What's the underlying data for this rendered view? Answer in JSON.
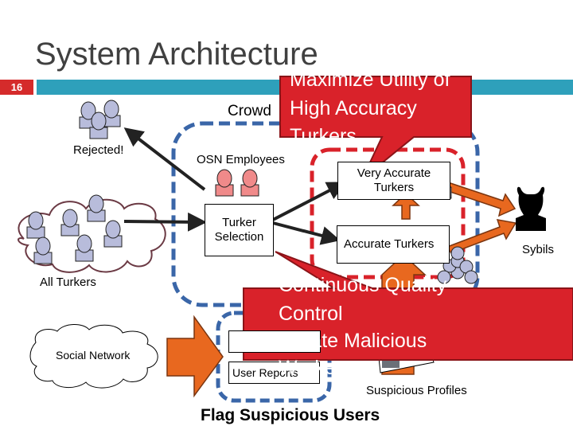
{
  "slide": {
    "title": "System Architecture",
    "number": "16"
  },
  "diagram": {
    "crowd_label": "Crowd",
    "rejected_label": "Rejected!",
    "all_turkers_label": "All Turkers",
    "osn_employees_label": "OSN Employees",
    "turker_selection": [
      "Turker",
      "Selection"
    ],
    "very_accurate": [
      "Very Accurate",
      "Turkers"
    ],
    "accurate_turkers": "Accurate Turkers",
    "sybils_label": "Sybils",
    "social_network_label": "Social Network",
    "user_reports_label": "User Reports",
    "suspicious_profiles_label": "Suspicious Profiles",
    "flag_label": "Flag Suspicious Users"
  },
  "callouts": {
    "top": [
      "Maximize Utility of",
      "High Accuracy",
      "Turkers"
    ],
    "bottom": {
      "lines": [
        "Continuous Quality",
        "Control",
        "Locate Malicious",
        "Workers"
      ],
      "bullet": "•"
    }
  },
  "colors": {
    "accent_bar": "#2ea0bb",
    "slide_number_bg": "#d52b2b",
    "callout_red": "#d9222a",
    "callout_border": "#8a1418",
    "crowd_dash": "#3a66a8",
    "accuracy_dash": "#d9222a",
    "orange_arrow": "#e8681f",
    "turker_fill": "#b8bcdb",
    "employee_fill": "#f08a8a"
  }
}
